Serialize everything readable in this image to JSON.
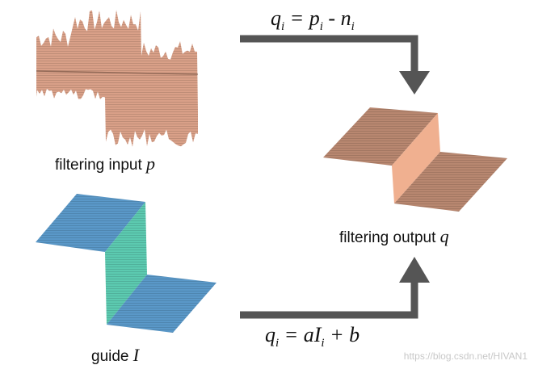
{
  "labels": {
    "input": "filtering input",
    "input_var": "p",
    "guide": "guide",
    "guide_var": "I",
    "output": "filtering output",
    "output_var": "q"
  },
  "equations": {
    "top": {
      "lhs": "q",
      "lhs_sub": "i",
      "eq": " = ",
      "a": "p",
      "a_sub": "i",
      "op": " - ",
      "b": "n",
      "b_sub": "i"
    },
    "bottom": {
      "lhs": "q",
      "lhs_sub": "i",
      "eq": " = ",
      "a": "aI",
      "a_sub": "i",
      "op": " + ",
      "b": "b"
    }
  },
  "watermark": "https://blog.csdn.net/HIVAN1",
  "colors": {
    "noisy": "#d9a088",
    "output_plate": "#b88770",
    "output_wall": "#f0b090",
    "guide_plate": "#5a98c8",
    "guide_wall": "#5ccab0",
    "arrow": "#555555"
  }
}
